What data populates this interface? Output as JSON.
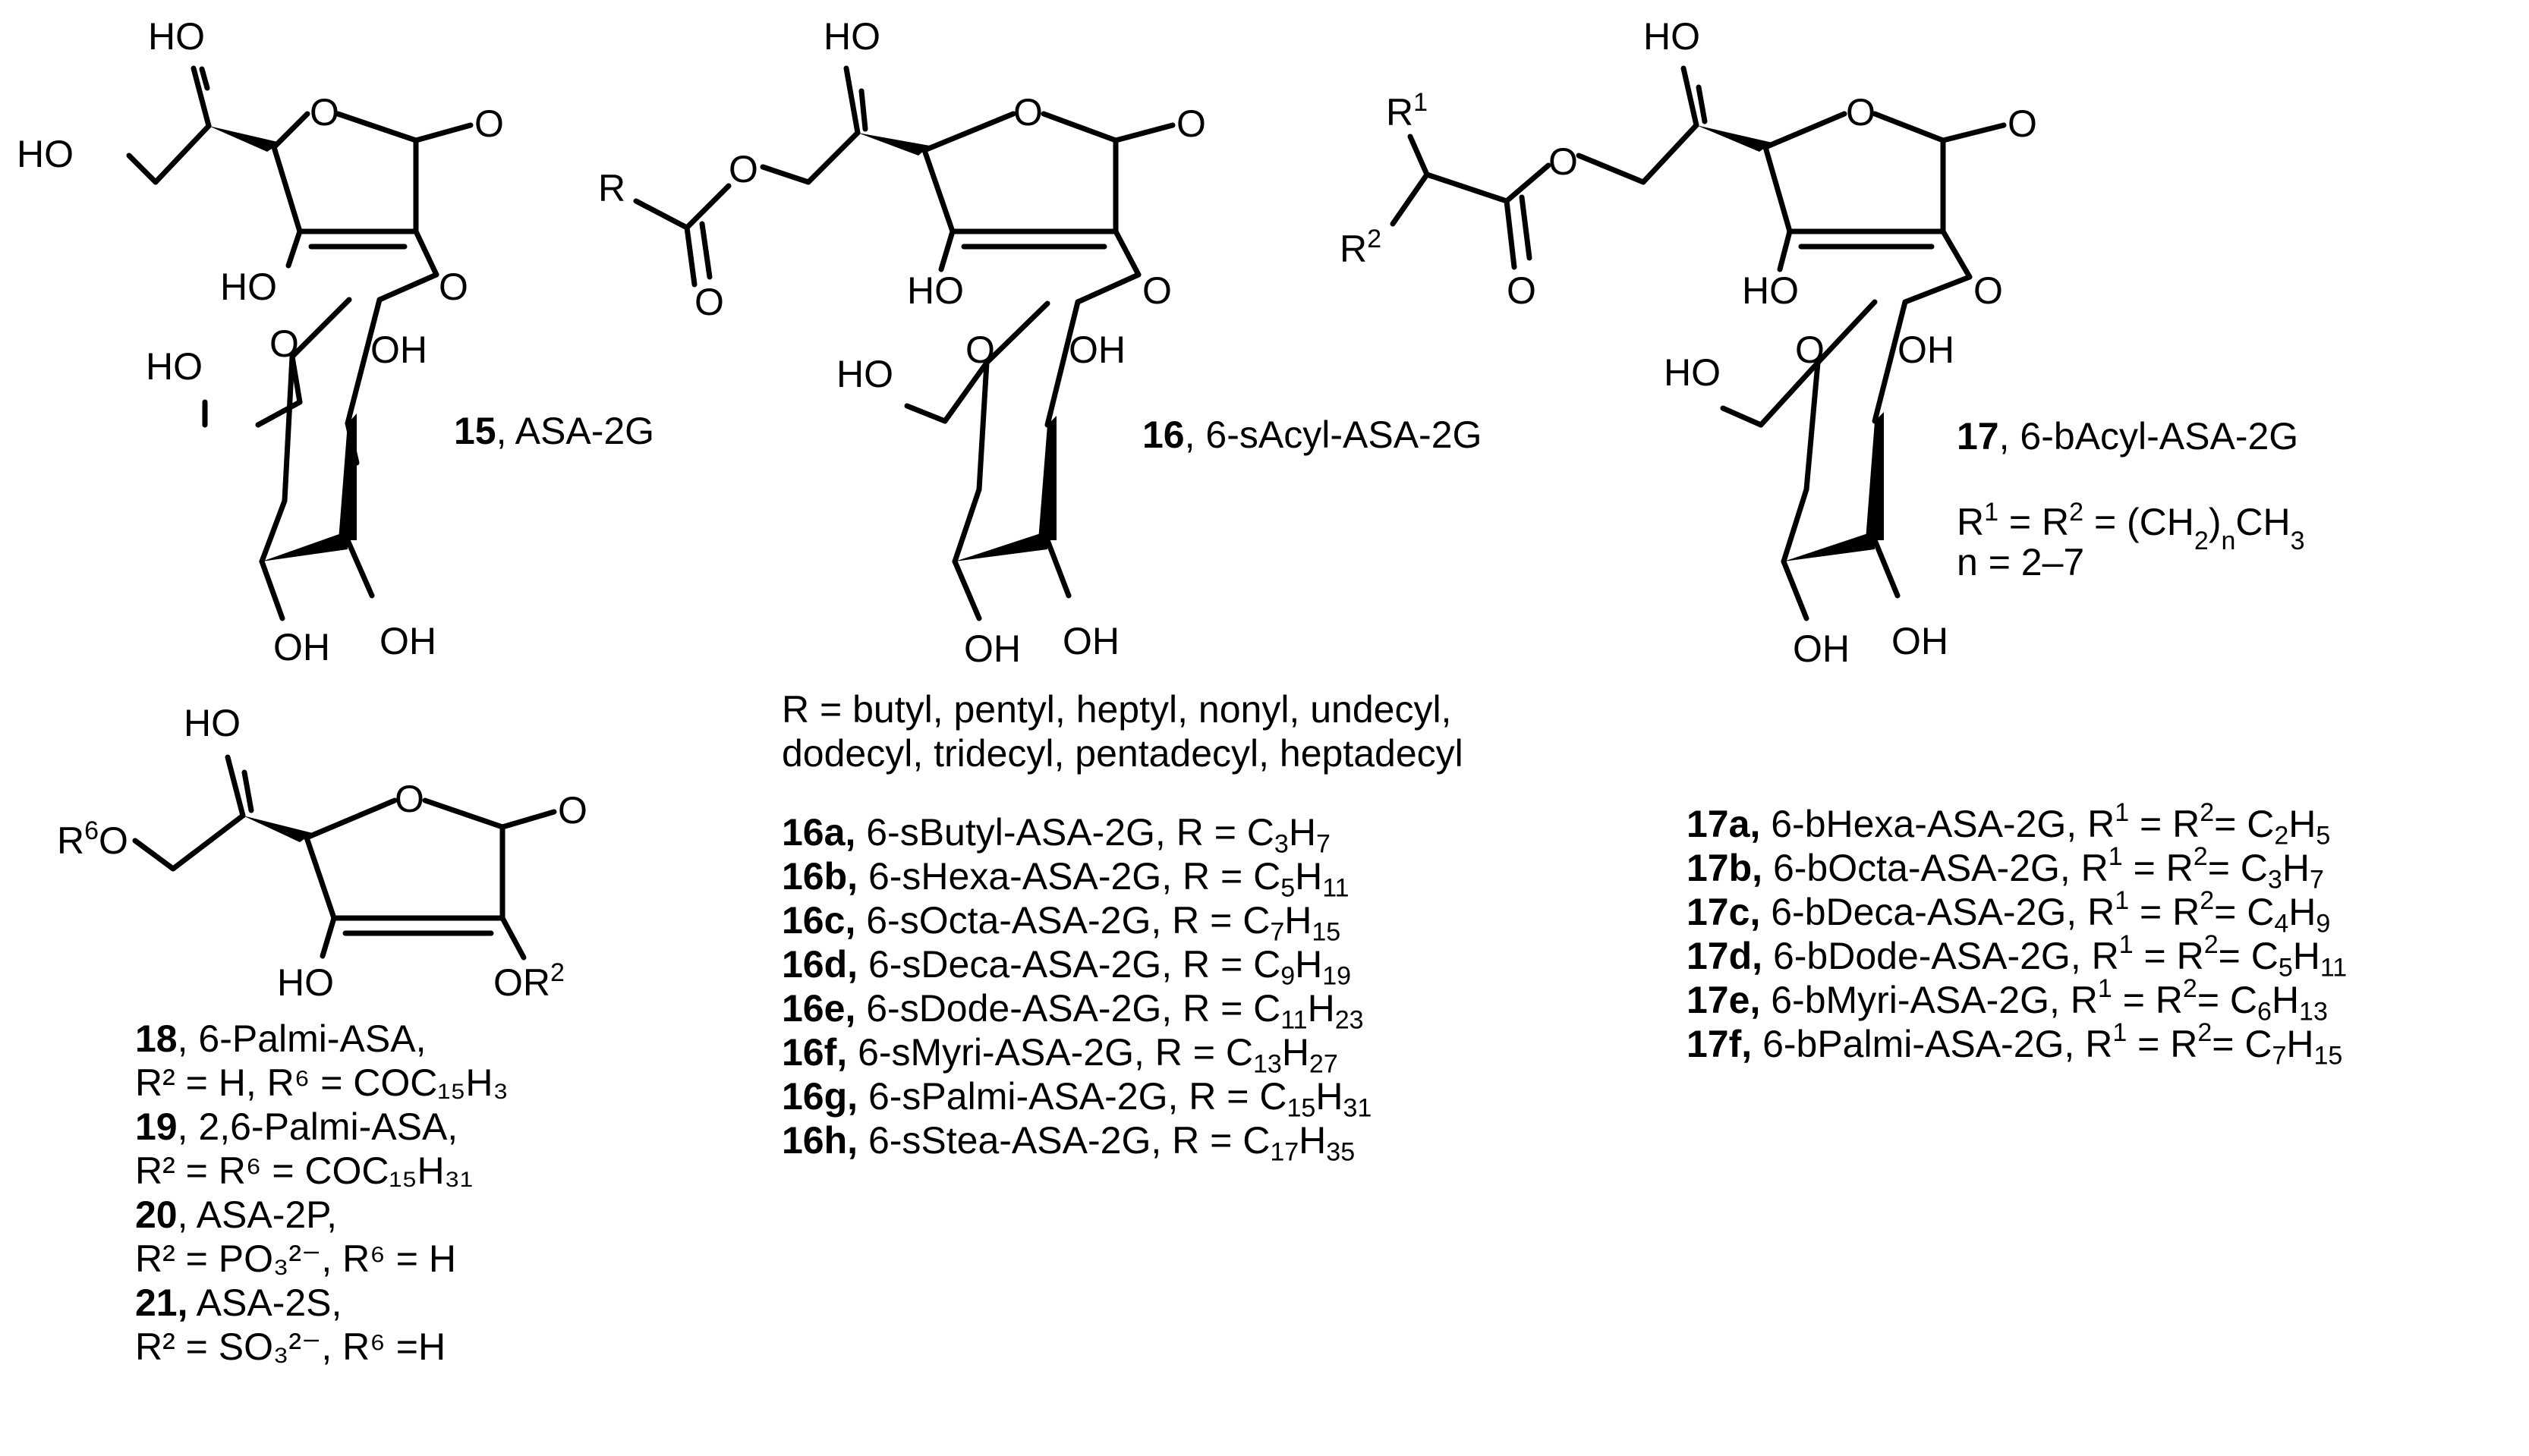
{
  "molecules": {
    "m15": {
      "id": "15",
      "name": "ASA-2G",
      "atoms": {
        "ho_side": "HO",
        "ho_chain": "HO",
        "o_ring": "O",
        "o_carbonyl": "O",
        "ho_enol": "HO",
        "o_link": "O",
        "o_sugar": "O",
        "oh_sugar": "OH",
        "ho_ch2": "HO",
        "oh_bottom_left": "OH",
        "oh_bottom_right": "OH"
      }
    },
    "m16": {
      "id": "16",
      "name": "6-sAcyl-ASA-2G",
      "atoms": {
        "r": "R",
        "o_ester": "O",
        "o_acyl": "O",
        "ho_side": "HO",
        "o_ring": "O",
        "o_carbonyl": "O",
        "ho_enol": "HO",
        "o_link": "O",
        "o_sugar": "O",
        "oh_sugar": "OH",
        "ho_ch2": "HO",
        "oh_bottom_left": "OH",
        "oh_bottom_right": "OH"
      },
      "r_values_line1": "R = butyl, pentyl, heptyl, nonyl, undecyl,",
      "r_values_line2": "dodecyl, tridecyl, pentadecyl, heptadecyl",
      "derivatives": [
        {
          "id": "16a",
          "name": "6-sButyl-ASA-2G",
          "prefix": "R = C",
          "c": "3",
          "h": "7"
        },
        {
          "id": "16b",
          "name": "6-sHexa-ASA-2G",
          "prefix": "R = C",
          "c": "5",
          "h": "11"
        },
        {
          "id": "16c",
          "name": "6-sOcta-ASA-2G",
          "prefix": "R = C",
          "c": "7",
          "h": "15"
        },
        {
          "id": "16d",
          "name": "6-sDeca-ASA-2G",
          "prefix": "R = C",
          "c": "9",
          "h": "19"
        },
        {
          "id": "16e",
          "name": "6-sDode-ASA-2G",
          "prefix": "R = C",
          "c": "11",
          "h": "23"
        },
        {
          "id": "16f",
          "name": "6-sMyri-ASA-2G",
          "prefix": "R = C",
          "c": "13",
          "h": "27"
        },
        {
          "id": "16g",
          "name": "6-sPalmi-ASA-2G",
          "prefix": "R = C",
          "c": "15",
          "h": "31"
        },
        {
          "id": "16h",
          "name": "6-sStea-ASA-2G",
          "prefix": "R = C",
          "c": "17",
          "h": "35"
        }
      ]
    },
    "m17": {
      "id": "17",
      "name": "6-bAcyl-ASA-2G",
      "atoms": {
        "r1": "R",
        "r1_sup": "1",
        "r2": "R",
        "r2_sup": "2",
        "o_ester": "O",
        "o_acyl": "O",
        "ho_side": "HO",
        "o_ring": "O",
        "o_carbonyl": "O",
        "ho_enol": "HO",
        "o_link": "O",
        "o_sugar": "O",
        "oh_sugar": "OH",
        "ho_ch2": "HO",
        "oh_bottom_left": "OH",
        "oh_bottom_right": "OH"
      },
      "formula": {
        "r": "R",
        "s1": "1",
        "mid": " = R",
        "s2": "2",
        "eq": " = (CH",
        "sub2": "2",
        "close": ")",
        "n": "n",
        "tail": "CH",
        "sub3": "3"
      },
      "range": "n = 2–7",
      "derivatives": [
        {
          "id": "17a",
          "name": "6-bHexa-ASA-2G",
          "c": "2",
          "h": "5"
        },
        {
          "id": "17b",
          "name": "6-bOcta-ASA-2G",
          "c": "3",
          "h": "7"
        },
        {
          "id": "17c",
          "name": "6-bDeca-ASA-2G",
          "c": "4",
          "h": "9"
        },
        {
          "id": "17d",
          "name": "6-bDode-ASA-2G",
          "c": "5",
          "h": "11"
        },
        {
          "id": "17e",
          "name": "6-bMyri-ASA-2G",
          "c": "6",
          "h": "13"
        },
        {
          "id": "17f",
          "name": "6-bPalmi-ASA-2G",
          "c": "7",
          "h": "15"
        }
      ]
    },
    "m18": {
      "atoms": {
        "r6": "R",
        "r6_sup": "6",
        "o_chain": "O",
        "ho_side": "HO",
        "o_ring": "O",
        "o_carbonyl": "O",
        "ho_enol": "HO",
        "or2": "OR",
        "or2_sup": "2"
      },
      "derivatives": [
        {
          "id": "18",
          "name": "6-Palmi-ASA,",
          "line2": "R² = H, R⁶ = COC₁₅H₃"
        },
        {
          "id": "19",
          "name": "2,6-Palmi-ASA,",
          "line2": "R² = R⁶ = COC₁₅H₃₁"
        },
        {
          "id": "20",
          "name": "ASA-2P,",
          "line2": "R² = PO₃²⁻,  R⁶ = H"
        },
        {
          "id": "21",
          "name": "ASA-2S,",
          "line2": "R² = SO₃²⁻, R⁶ =H"
        }
      ]
    }
  }
}
